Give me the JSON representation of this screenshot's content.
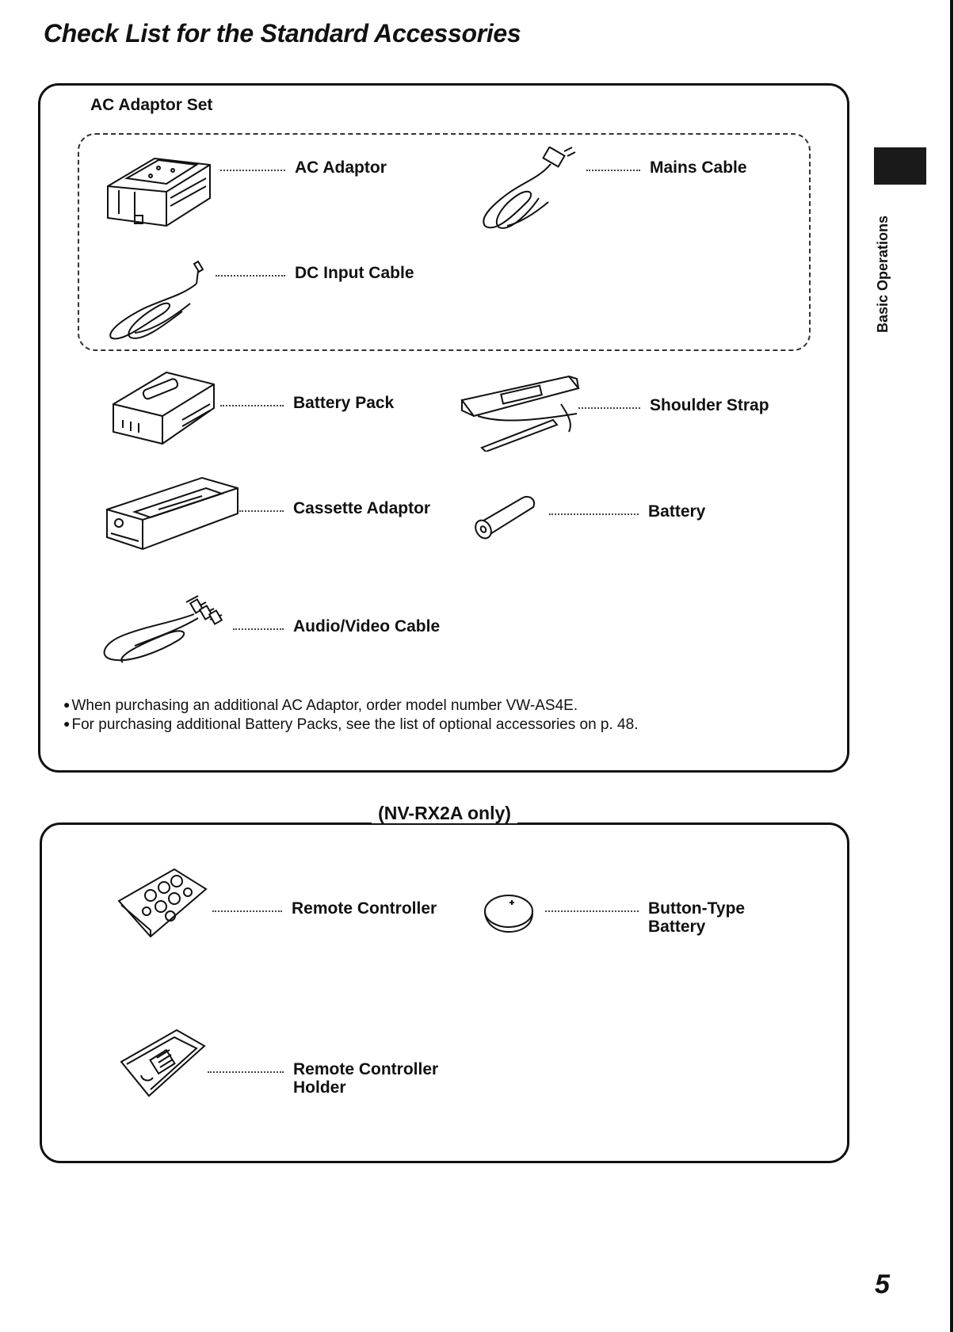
{
  "page": {
    "title": "Check List for the Standard Accessories",
    "side_label": "Basic Operations",
    "page_number": "5"
  },
  "ac_set": {
    "label": "AC Adaptor Set",
    "items": [
      {
        "label": "AC Adaptor"
      },
      {
        "label": "Mains Cable"
      },
      {
        "label": "DC Input Cable"
      }
    ]
  },
  "standard_items": [
    {
      "label": "Battery Pack"
    },
    {
      "label": "Shoulder Strap"
    },
    {
      "label": "Cassette Adaptor"
    },
    {
      "label": "Battery"
    },
    {
      "label": "Audio/Video Cable"
    }
  ],
  "notes": [
    "When purchasing an additional AC Adaptor, order model number VW-AS4E.",
    "For purchasing additional Battery Packs, see the list of optional accessories on p. 48."
  ],
  "nv_section": {
    "banner": "(NV-RX2A only)",
    "items": [
      {
        "label": "Remote Controller"
      },
      {
        "label_line1": "Button-Type",
        "label_line2": "Battery"
      },
      {
        "label_line1": "Remote Controller",
        "label_line2": "Holder"
      }
    ]
  }
}
